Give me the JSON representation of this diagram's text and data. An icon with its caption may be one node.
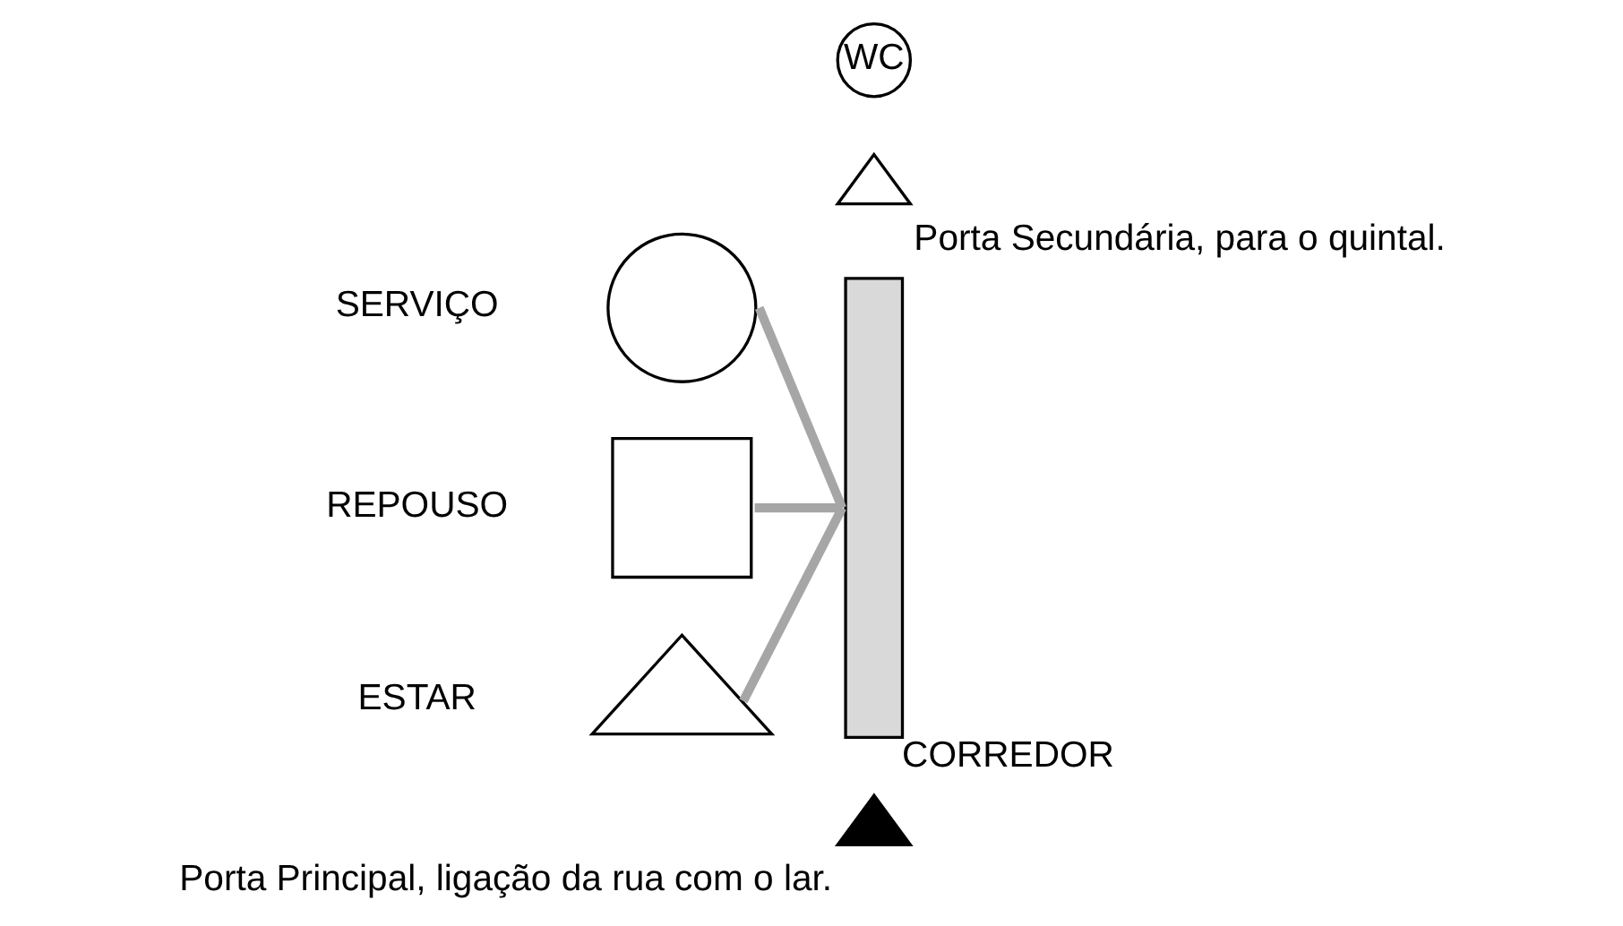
{
  "diagram": {
    "nodes": [
      {
        "text": [
          "WC"
        ]
      },
      {
        "text": [],
        "shape": "triangle",
        "beside": [
          "Porta Secundária, para o quintal."
        ]
      },
      {
        "text": [],
        "shape": "circle",
        "beside": [
          "SERVIÇO"
        ]
      },
      {
        "text": [],
        "shape": "box",
        "beside": [
          "REPOUSO"
        ]
      },
      {
        "text": [],
        "shape": "triangle",
        "beside": [
          "ESTAR"
        ]
      },
      {
        "text": [],
        "shape": "bar",
        "beside": [
          "CORREDOR"
        ]
      },
      {
        "text": [],
        "shape": "triangle",
        "beside": [
          "Porta Principal, ligação da rua com o lar."
        ]
      }
    ],
    "edges": [
      {
        "from": 2,
        "to": 5,
        "arrow": "none"
      },
      {
        "from": 3,
        "to": 5,
        "arrow": "none"
      },
      {
        "from": 4,
        "to": 5,
        "arrow": "none"
      }
    ]
  }
}
